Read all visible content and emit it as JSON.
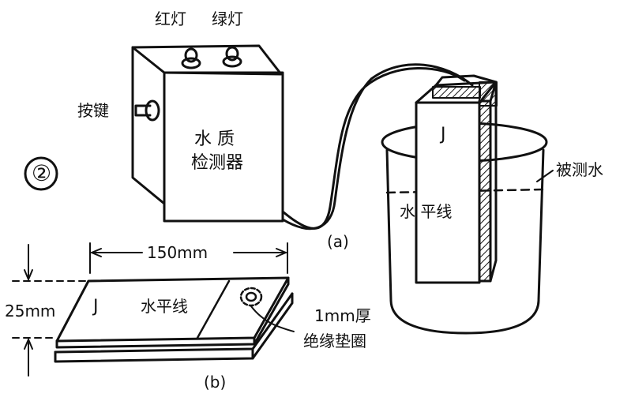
{
  "figure_number": "②",
  "panel_a": {
    "red_light": "红灯",
    "green_light": "绿灯",
    "button": "按键",
    "device_line1": "水 质",
    "device_line2": "检测器",
    "probe_letter": "J",
    "waterline": "水 平线",
    "measured_water": "被测水",
    "caption": "(a)"
  },
  "panel_b": {
    "width_dim": "150mm",
    "height_dim": "25mm",
    "plate_letter": "J",
    "waterline": "水平线",
    "washer_line1": "1mm厚",
    "washer_line2": "绝缘垫圈",
    "caption": "(b)"
  },
  "colors": {
    "ink": "#111111",
    "background": "#ffffff"
  }
}
